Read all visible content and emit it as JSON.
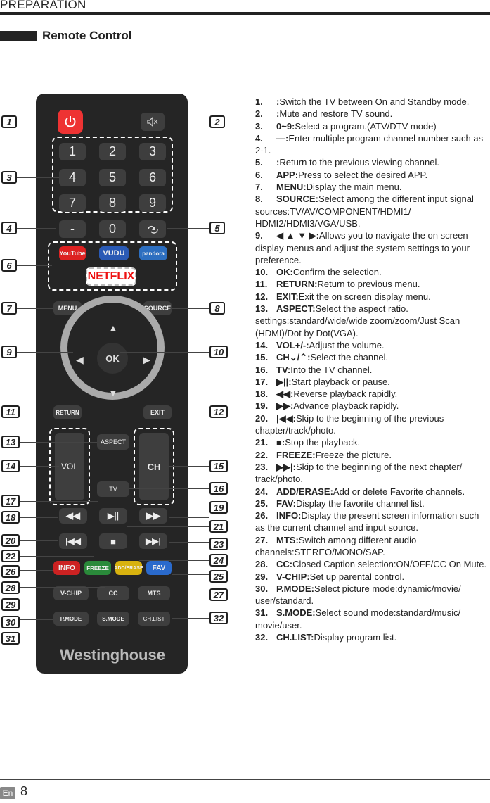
{
  "header": {
    "title": "PREPARATION"
  },
  "section": {
    "title": "Remote Control"
  },
  "remote": {
    "digits": [
      "1",
      "2",
      "3",
      "4",
      "5",
      "6",
      "7",
      "8",
      "9"
    ],
    "zero": "0",
    "dash": "-",
    "apps": [
      "YouTube",
      "VUDU",
      "pandora",
      "NETFLIX"
    ],
    "menu": "MENU",
    "source": "SOURCE",
    "ok": "OK",
    "return": "RETURN",
    "exit": "EXIT",
    "aspect": "ASPECT",
    "vol": "VOL",
    "ch": "CH",
    "tv": "TV",
    "info": "INFO",
    "freeze": "FREEZE",
    "add_erase": "ADD/ERASE",
    "fav": "FAV",
    "vchip": "V-CHIP",
    "cc": "CC",
    "mts": "MTS",
    "pmode": "P.MODE",
    "smode": "S.MODE",
    "chlist": "CH.LIST",
    "brand": "Westinghouse",
    "callouts": [
      "1",
      "2",
      "3",
      "4",
      "5",
      "6",
      "7",
      "8",
      "9",
      "10",
      "11",
      "12",
      "13",
      "14",
      "15",
      "16",
      "17",
      "18",
      "19",
      "20",
      "21",
      "22",
      "23",
      "24",
      "25",
      "26",
      "27",
      "28",
      "29",
      "30",
      "31",
      "32"
    ]
  },
  "items": [
    {
      "n": "1.",
      "k": ":",
      "t": "Switch the TV between On and Standby mode."
    },
    {
      "n": "2.",
      "k": ":",
      "t": "Mute and restore TV sound."
    },
    {
      "n": "3.",
      "k": "0~9:",
      "t": "Select a program.(ATV/DTV mode)"
    },
    {
      "n": "4.",
      "k": "—:",
      "t": "Enter multiple program channel number such as 2-1."
    },
    {
      "n": "5.",
      "k": ":",
      "t": "Return to the previous viewing channel."
    },
    {
      "n": "6.",
      "k": "APP:",
      "t": "Press to select the desired APP."
    },
    {
      "n": "7.",
      "k": "MENU:",
      "t": "Display the main menu."
    },
    {
      "n": "8.",
      "k": "SOURCE:",
      "t": "Select among the different input signal sources:TV/AV/COMPONENT/HDMI1/ HDMI2/HDMI3/VGA/USB."
    },
    {
      "n": "9.",
      "k": "◀ ▲ ▼ ▶:",
      "t": "Allows you to navigate the on screen display menus and adjust the system settings to your preference."
    },
    {
      "n": "10.",
      "k": "OK:",
      "t": "Confirm the selection."
    },
    {
      "n": "11.",
      "k": "RETURN:",
      "t": "Return to previous menu."
    },
    {
      "n": "12.",
      "k": "EXIT:",
      "t": "Exit the on screen display menu."
    },
    {
      "n": "13.",
      "k": "ASPECT:",
      "t": "Select the aspect ratio. settings:standard/wide/wide zoom/zoom/Just Scan (HDMI)/Dot by Dot(VGA)."
    },
    {
      "n": "14.",
      "k": "VOL+/-:",
      "t": "Adjust the volume."
    },
    {
      "n": "15.",
      "k": "CH⌄/⌃:",
      "t": "Select the channel."
    },
    {
      "n": "16.",
      "k": "TV:",
      "t": "Into the TV channel."
    },
    {
      "n": "17.",
      "k": "▶||:",
      "t": "Start playback or pause."
    },
    {
      "n": "18.",
      "k": "◀◀:",
      "t": "Reverse playback rapidly."
    },
    {
      "n": "19.",
      "k": "▶▶:",
      "t": "Advance playback rapidly."
    },
    {
      "n": "20.",
      "k": "|◀◀:",
      "t": "Skip to the beginning of the previous chapter/track/photo."
    },
    {
      "n": "21.",
      "k": "■:",
      "t": "Stop the playback."
    },
    {
      "n": "22.",
      "k": "FREEZE:",
      "t": "Freeze the picture."
    },
    {
      "n": "23.",
      "k": "▶▶|:",
      "t": "Skip to the beginning of the next chapter/ track/photo."
    },
    {
      "n": "24.",
      "k": "ADD/ERASE:",
      "t": "Add or delete Favorite channels."
    },
    {
      "n": "25.",
      "k": "FAV:",
      "t": "Display the favorite channel list."
    },
    {
      "n": "26.",
      "k": "INFO:",
      "t": "Display the present screen information such as the current channel and input source."
    },
    {
      "n": "27.",
      "k": "MTS:",
      "t": "Switch among different audio channels:STEREO/MONO/SAP."
    },
    {
      "n": "28.",
      "k": "CC:",
      "t": "Closed Caption selection:ON/OFF/CC On Mute."
    },
    {
      "n": "29.",
      "k": "V-CHIP:",
      "t": "Set up parental control."
    },
    {
      "n": "30.",
      "k": "P.MODE:",
      "t": "Select picture mode:dynamic/movie/ user/standard."
    },
    {
      "n": "31.",
      "k": "S.MODE:",
      "t": "Select sound mode:standard/music/ movie/user."
    },
    {
      "n": "32.",
      "k": "CH.LIST:",
      "t": "Display program list."
    }
  ],
  "footer": {
    "lang": "En",
    "page": "8"
  }
}
